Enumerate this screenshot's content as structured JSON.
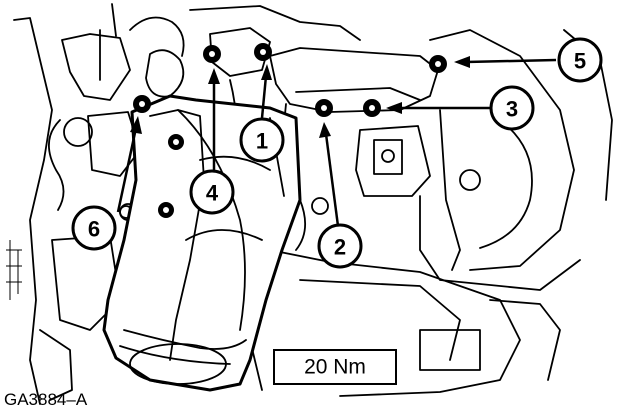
{
  "callouts": [
    {
      "number": "1"
    },
    {
      "number": "2"
    },
    {
      "number": "3"
    },
    {
      "number": "4"
    },
    {
      "number": "5"
    },
    {
      "number": "6"
    }
  ],
  "torque_spec": "20 Nm",
  "figure_id": "GA3884–A"
}
